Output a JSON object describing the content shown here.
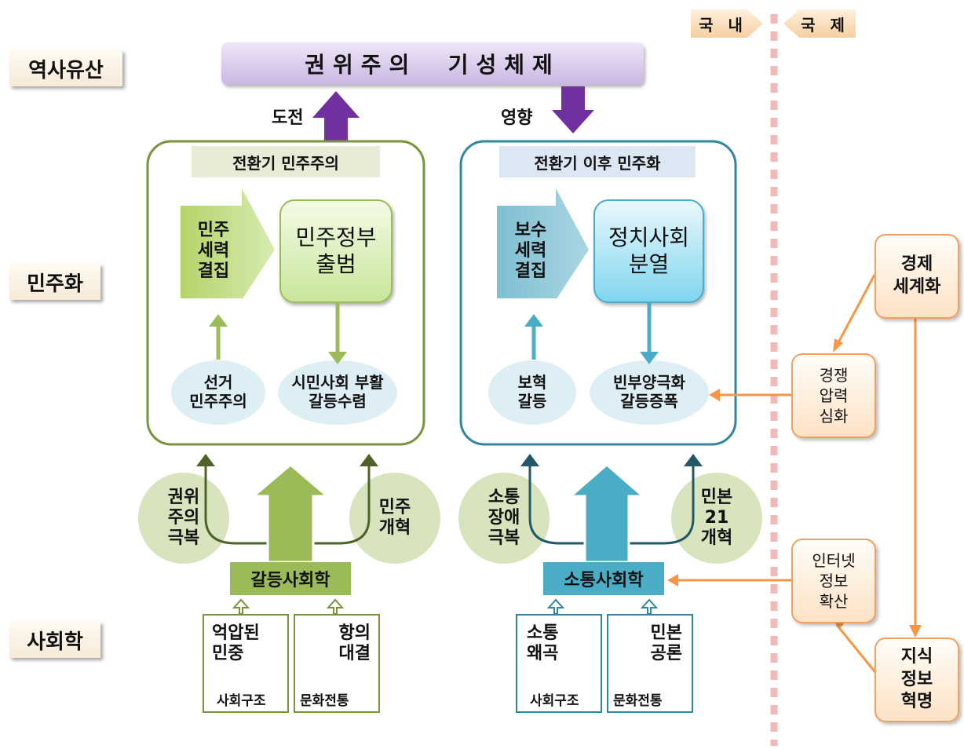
{
  "tabs": {
    "domestic": "국 내",
    "international": "국 제"
  },
  "row_labels": {
    "history": "역사유산",
    "democratization": "민주화",
    "sociology": "사회학"
  },
  "top_bar": "권위주의  기성체제",
  "arrows": {
    "challenge": "도전",
    "influence": "영향"
  },
  "left_panel": {
    "title": "전환기 민주주의",
    "chevron": "민주\n세력\n결집",
    "box": "민주정부\n출범",
    "ellipse_left": "선거\n민주주의",
    "ellipse_right": "시민사회 부활\n갈등수렴"
  },
  "right_panel": {
    "title": "전환기 이후 민주화",
    "chevron": "보수\n세력\n결집",
    "box": "정치사회\n분열",
    "ellipse_left": "보혁\n갈등",
    "ellipse_right": "빈부양극화\n갈등증폭"
  },
  "lower_left": {
    "circle_left": "권위\n주의\n극복",
    "circle_right": "민주\n개혁",
    "bar": "갈등사회학",
    "sources": [
      {
        "main": "억압된\n민중",
        "sub": "사회구조"
      },
      {
        "main": "항의\n대결",
        "sub": "문화전통"
      }
    ]
  },
  "lower_right": {
    "circle_left": "소통\n장애\n극복",
    "circle_right": "민본\n21\n개혁",
    "bar": "소통사회학",
    "sources": [
      {
        "main": "소통\n왜곡",
        "sub": "사회구조"
      },
      {
        "main": "민본\n공론",
        "sub": "문화전통"
      }
    ]
  },
  "international": {
    "globalization": "경제\n세계화",
    "competition": "경쟁\n압력\n심화",
    "internet": "인터넷\n정보\n확산",
    "info_revolution": "지식\n정보\n혁명"
  },
  "colors": {
    "green_dark": "#77933c",
    "green_fill": "#9bbb59",
    "blue_dark": "#31859c",
    "blue_fill": "#4bacc6",
    "purple": "#7030a0",
    "orange": "#f79646",
    "divider": "#f4b8b8"
  }
}
